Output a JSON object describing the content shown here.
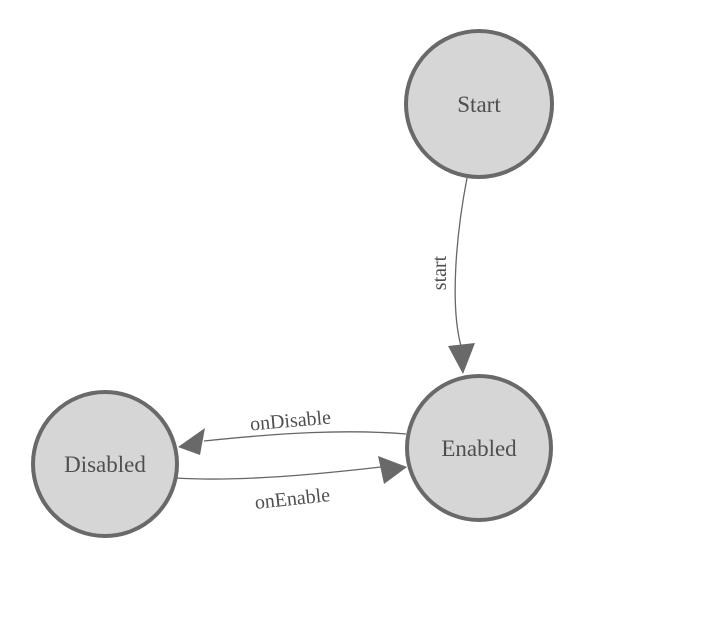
{
  "diagram": {
    "type": "state-machine",
    "nodes": [
      {
        "id": "start",
        "label": "Start"
      },
      {
        "id": "enabled",
        "label": "Enabled"
      },
      {
        "id": "disabled",
        "label": "Disabled"
      }
    ],
    "edges": [
      {
        "from": "Start",
        "to": "Enabled",
        "label": "start"
      },
      {
        "from": "Enabled",
        "to": "Disabled",
        "label": "onDisable"
      },
      {
        "from": "Disabled",
        "to": "Enabled",
        "label": "onEnable"
      }
    ],
    "colors": {
      "background": "#ffffff",
      "node_fill": "#d6d6d6",
      "node_stroke": "#696969",
      "edge_line": "#666666",
      "arrowhead": "#696969",
      "label_text": "#4f4f4f"
    }
  }
}
